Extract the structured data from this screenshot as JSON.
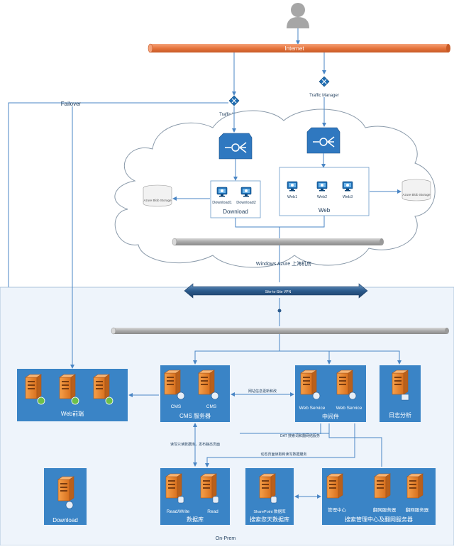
{
  "internet_label": "Internet",
  "failover_label": "Failover",
  "traffic_manager_left": "Traffic Manager",
  "traffic_manager_right": "Traffic Manager",
  "download_group": {
    "label": "Download",
    "nodes": [
      "Download1",
      "Download2"
    ]
  },
  "web_group": {
    "label": "Web",
    "nodes": [
      "Web1",
      "Web2",
      "Web3"
    ]
  },
  "blob_storage_label": "Azure Blob Storage",
  "right_storage_label": "Azure Blob Storage",
  "azure_pipe_label": "",
  "azure_region_label": "Windows Azure 上海机房",
  "vpn_label": "Site-to-Site VPN",
  "onprem_pipe_label": "",
  "web_frontend_label": "Web前端",
  "cms_group": {
    "label": "CMS 服务器",
    "nodes": [
      "CMS",
      "CMS"
    ]
  },
  "middleware_group": {
    "label": "中间件",
    "nodes": [
      "Web Service",
      "Web Service"
    ]
  },
  "log_label": "日志分析",
  "download_onprem_label": "Download",
  "db_group": {
    "label": "数据库",
    "nodes": [
      "Read/Write",
      "Read"
    ]
  },
  "sharepoint_group": {
    "label": "搜索您天数据库",
    "node": "SharePoint 数据库"
  },
  "search_group": {
    "label": "搜索管理中心及翻网服务器",
    "nodes": [
      "管理中心",
      "翻网服务器",
      "翻网服务器"
    ]
  },
  "annotations": {
    "cms_mid": "网站信息更新和改",
    "mid_search": "DAT 搜索词和翻网结服务",
    "cms_db": "读写只读数据库，发布静态页面",
    "mid_db": "动态页面读取和读写数据服务"
  },
  "onprem_label": "On-Prem",
  "colors": {
    "internet_pipe": "#e8804a",
    "box_blue": "#3a84c6",
    "arrow_blue": "#4a86c5",
    "server_orange": "#f08b2c",
    "vpn_blue": "#2b5a8c"
  }
}
